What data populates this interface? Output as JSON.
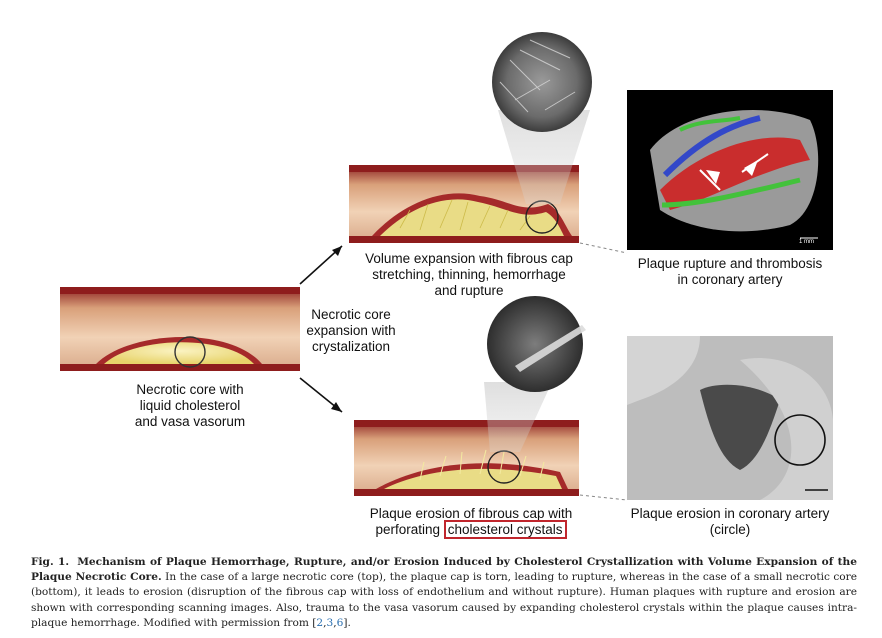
{
  "figure": {
    "labels": {
      "left_vessel": "Necrotic core with\nliquid cholesterol\nand vasa vasorum",
      "middle": "Necrotic core\nexpansion with\ncrystalization",
      "top_vessel": "Volume expansion with fibrous cap\nstretching, thinning, hemorrhage\nand rupture",
      "bottom_vessel_line1": "Plaque erosion of fibrous cap with",
      "bottom_vessel_line2_prefix": "perforating ",
      "bottom_vessel_highlight": "cholesterol crystals",
      "top_right": "Plaque rupture and thrombosis\nin coronary artery",
      "bottom_right": "Plaque erosion in coronary artery\n(circle)",
      "scale_label": "1 mm"
    }
  },
  "caption": {
    "fig_label": "Fig. 1.",
    "title": "Mechanism of Plaque Hemorrhage, Rupture, and/or Erosion Induced by Cholesterol Crystallization with Volume Expansion of the Plaque Necrotic Core.",
    "body": "In the case of a large necrotic core (top), the plaque cap is torn, leading to rupture, whereas in the case of a small necrotic core (bottom), it leads to erosion (disruption of the fibrous cap with loss of endothelium and without rupture). Human plaques with rupture and erosion are shown with corresponding scanning images. Also, trauma to the vasa vasorum caused by expanding cholesterol crystals within the plaque causes intra-plaque hemorrhage. Modified with permission from [",
    "refs": [
      "2",
      "3",
      "6"
    ],
    "end": "]."
  }
}
